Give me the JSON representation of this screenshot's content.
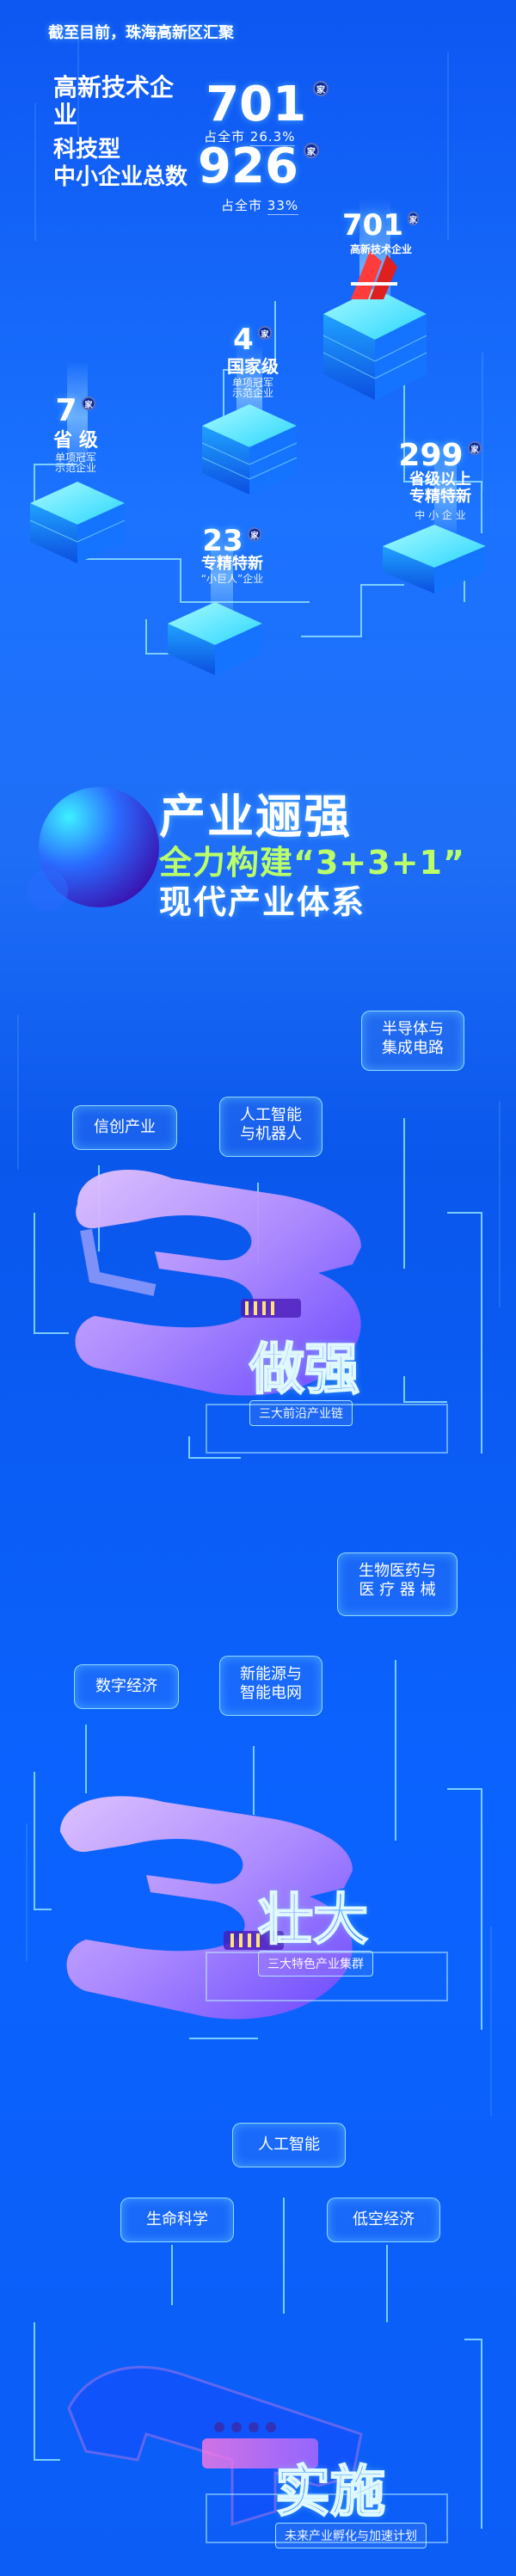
{
  "top": {
    "intro": "截至目前，珠海高新区汇聚",
    "hi_tech": {
      "label": "高新技术企业",
      "value": "701",
      "unit": "家",
      "share_label": "占全市",
      "share_value": "26.3%"
    },
    "sme": {
      "label_line1": "科技型",
      "label_line2": "中小企业总数",
      "value": "926",
      "unit": "家",
      "share_label": "占全市",
      "share_value": "33%"
    }
  },
  "cubes": {
    "hi_tech": {
      "number": "701",
      "unit": "家",
      "label": "高新技术企业"
    },
    "national": {
      "number": "4",
      "unit": "家",
      "label": "国家级",
      "sub_lines": [
        "单项冠军",
        "示范企业"
      ]
    },
    "provincial": {
      "number": "7",
      "unit": "家",
      "label": "省 级",
      "sub_lines": [
        "单项冠军",
        "示范企业"
      ]
    },
    "provincial_above": {
      "number": "299",
      "unit": "家",
      "label_line1": "省级以上",
      "label_line2": "专精特新",
      "sub": "中 小 企 业"
    },
    "little_giant": {
      "number": "23",
      "unit": "家",
      "label_line1": "专精特新",
      "label_line2": "“小巨人”企业"
    }
  },
  "section_title": {
    "line1": "产业逦强",
    "line2": "全力构建“3+3+1”",
    "line3": "现代产业体系"
  },
  "block1": {
    "tags": [
      "信创产业",
      "人工智能\n与机器人",
      "半导体与\n集成电路"
    ],
    "label": "做强",
    "caption": "三大前沿产业链"
  },
  "block2": {
    "tags": [
      "数字经济",
      "新能源与\n智能电网",
      "生物医药与\n医 疗 器 械"
    ],
    "label": "壮大",
    "caption": "三大特色产业集群"
  },
  "block3": {
    "tags": [
      "生命科学",
      "人工智能",
      "低空经济"
    ],
    "label": "实施",
    "caption": "未来产业孵化与加速计划"
  },
  "colors": {
    "primary": "#1b73ff",
    "deep": "#0b4fe0",
    "cyan": "#7fe6ff",
    "purple": "#9d7bff",
    "pink": "#ff5ad6"
  }
}
